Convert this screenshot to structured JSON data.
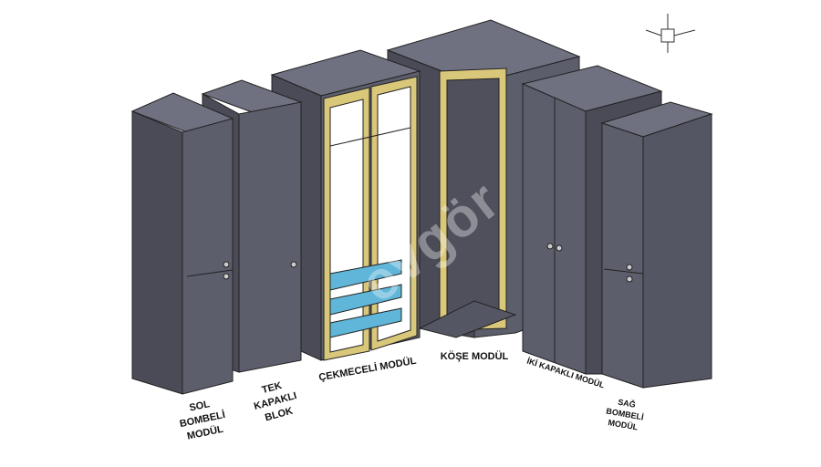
{
  "watermark": "evgör",
  "labels": {
    "sol": "SOL\nBOMBELİ\nMODÜL",
    "tek": "TEK\nKAPAKLI\nBLOK",
    "cekmeceli": "ÇEKMECELİ MODÜL",
    "kose": "KÖŞE MODÜL",
    "iki": "İKİ KAPAKLI MODÜL",
    "sag": "SAĞ\nBOMBELİ\nMODÜL"
  },
  "colors": {
    "body": "#5d5e6c",
    "side": "#4a4b57",
    "top": "#6f7080",
    "frame": "#d9c77a",
    "drawer": "#5fb6d8"
  }
}
